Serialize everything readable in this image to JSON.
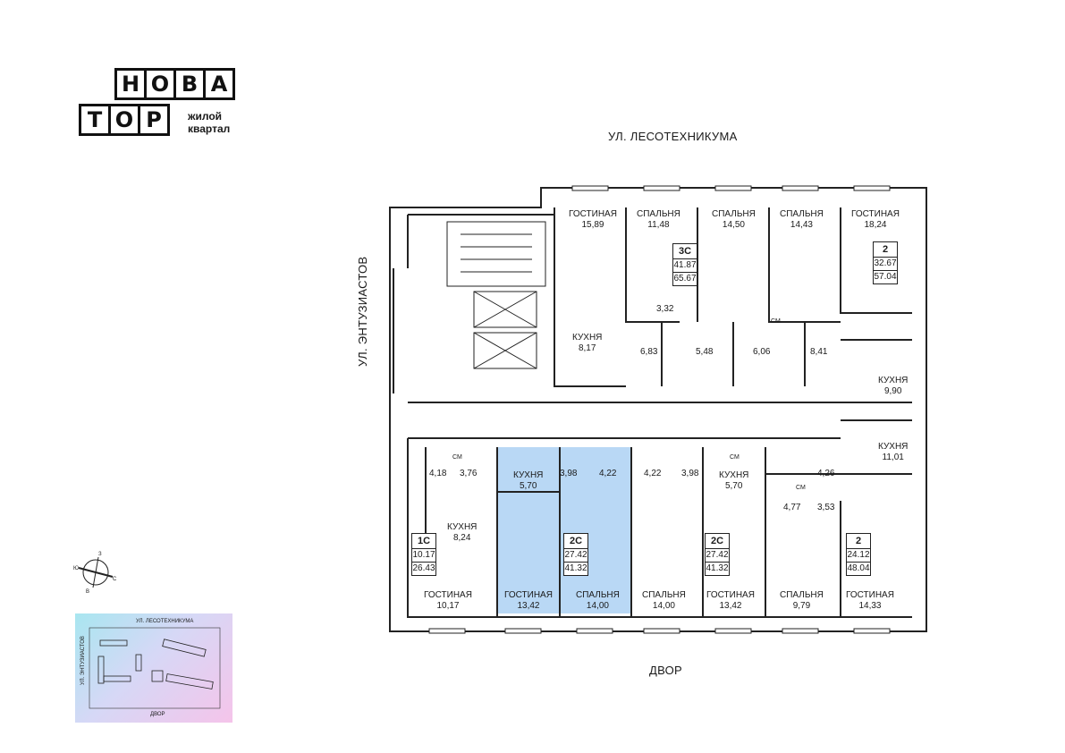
{
  "logo": {
    "row1": [
      "Н",
      "О",
      "В",
      "А"
    ],
    "row2": [
      "Т",
      "О",
      "Р"
    ],
    "subtitle_line1": "жилой",
    "subtitle_line2": "квартал"
  },
  "streets": {
    "top": "УЛ. ЛЕСОТЕХНИКУМА",
    "bottom": "ДВОР",
    "left": "УЛ. ЭНТУЗИАСТОВ"
  },
  "rooms": [
    {
      "label": "ГОСТИНАЯ",
      "value": "15,89"
    },
    {
      "label": "СПАЛЬНЯ",
      "value": "11,48"
    },
    {
      "label": "СПАЛЬНЯ",
      "value": "14,50"
    },
    {
      "label": "СПАЛЬНЯ",
      "value": "14,43"
    },
    {
      "label": "ГОСТИНАЯ",
      "value": "18,24"
    },
    {
      "label": "КУХНЯ",
      "value": "8,17"
    },
    {
      "label": "КУХНЯ",
      "value": "9,90"
    },
    {
      "label": "КУХНЯ",
      "value": "11,01"
    },
    {
      "label": "КУХНЯ",
      "value": "5,70"
    },
    {
      "label": "КУХНЯ",
      "value": "5,70"
    },
    {
      "label": "КУХНЯ",
      "value": "8,24"
    },
    {
      "label": "ГОСТИНАЯ",
      "value": "10,17"
    },
    {
      "label": "ГОСТИНАЯ",
      "value": "13,42"
    },
    {
      "label": "СПАЛЬНЯ",
      "value": "14,00"
    },
    {
      "label": "СПАЛЬНЯ",
      "value": "14,00"
    },
    {
      "label": "ГОСТИНАЯ",
      "value": "13,42"
    },
    {
      "label": "СПАЛЬНЯ",
      "value": "9,79"
    },
    {
      "label": "ГОСТИНАЯ",
      "value": "14,33"
    }
  ],
  "areas": [
    "3,32",
    "6,83",
    "5,48",
    "6,06",
    "8,41",
    "4,18",
    "3,76",
    "3,98",
    "4,22",
    "4,22",
    "3,98",
    "4,26",
    "4,77",
    "3,53"
  ],
  "apartments": [
    {
      "code": "3С",
      "a": "41.87",
      "b": "65.67"
    },
    {
      "code": "2",
      "a": "32.67",
      "b": "57.04"
    },
    {
      "code": "1С",
      "a": "10.17",
      "b": "26.43"
    },
    {
      "code": "2С",
      "a": "27.42",
      "b": "41.32"
    },
    {
      "code": "2С",
      "a": "27.42",
      "b": "41.32"
    },
    {
      "code": "2",
      "a": "24.12",
      "b": "48.04"
    }
  ],
  "fixture_label": "СМ",
  "compass": {
    "n": "З",
    "e": "С",
    "s": "В",
    "w": "Ю"
  },
  "minimap": {
    "top": "УЛ. ЛЕСОТЕХНИКУМА",
    "left": "УЛ. ЭНТУЗИАСТОВ",
    "bottom": "ДВОР"
  },
  "colors": {
    "highlight": "#b9d8f5",
    "wall": "#222222",
    "wall_fill": "#e6e6e6"
  }
}
